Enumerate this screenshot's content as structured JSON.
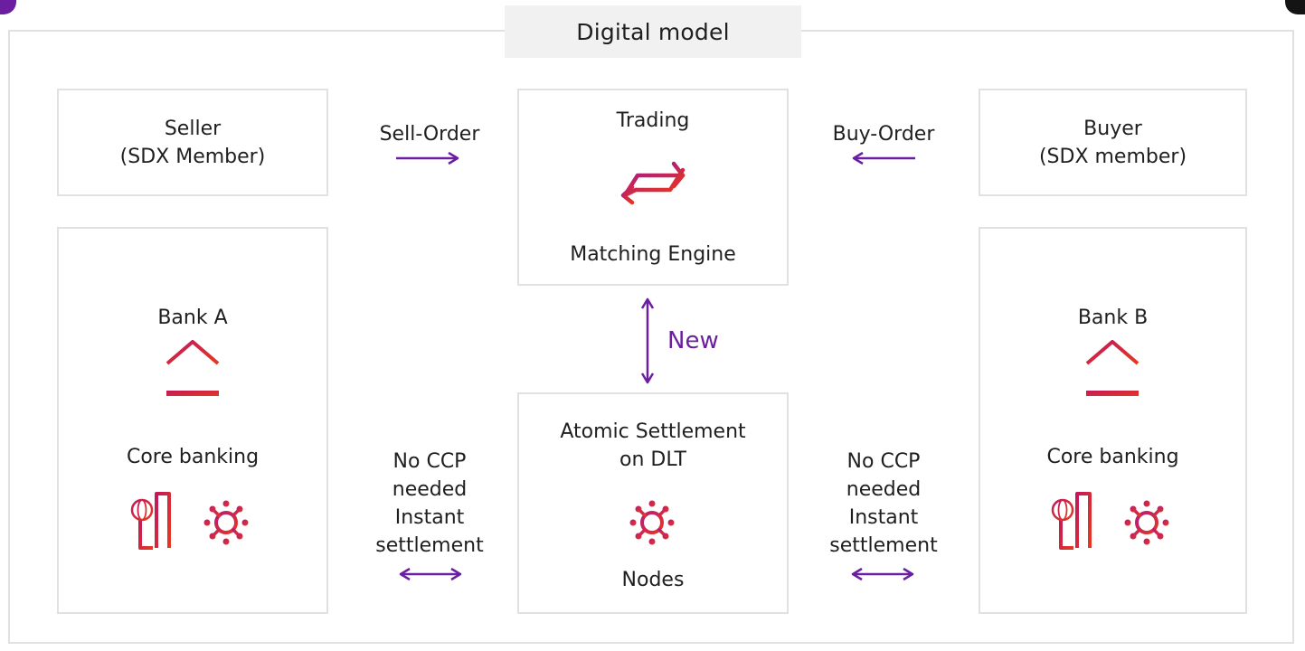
{
  "title": "Digital model",
  "seller": {
    "label": "Seller\n(SDX Member)"
  },
  "buyer": {
    "label": "Buyer\n(SDX member)"
  },
  "trading": {
    "title": "Trading",
    "subtitle": "Matching Engine",
    "icon": "exchange-arrows-icon"
  },
  "sell_order": {
    "label": "Sell-Order"
  },
  "buy_order": {
    "label": "Buy-Order"
  },
  "link_new": {
    "label": "New"
  },
  "settlement": {
    "title": "Atomic Settlement\non DLT",
    "subtitle": "Nodes",
    "icon": "network-nodes-icon"
  },
  "bank_a": {
    "title": "Bank A",
    "subtitle": "Core banking",
    "icons": [
      "bank-icon",
      "building-globe-icon",
      "network-nodes-icon"
    ]
  },
  "bank_b": {
    "title": "Bank B",
    "subtitle": "Core banking",
    "icons": [
      "bank-icon",
      "building-globe-icon",
      "network-nodes-icon"
    ]
  },
  "left_link": {
    "label": "No CCP\nneeded\nInstant\nsettlement"
  },
  "right_link": {
    "label": "No CCP\nneeded\nInstant\nsettlement"
  },
  "colors": {
    "accent_purple": "#6b1fa0",
    "icon_red": "#d9262f",
    "icon_magenta": "#c2185b",
    "border_gray": "#e1e1e1",
    "tab_gray": "#f1f1f1"
  }
}
